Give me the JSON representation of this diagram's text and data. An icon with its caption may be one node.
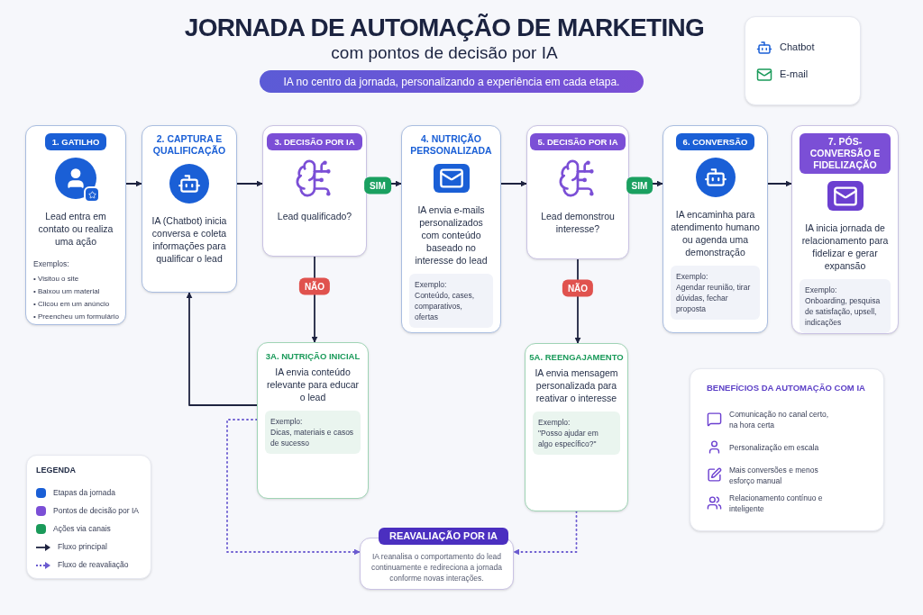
{
  "diagram": {
    "title": "JORNADA DE AUTOMAÇÃO DE MARKETING",
    "nodes": [
      {
        "text": [
          "1. GATILHO",
          "Lead entra em contato ou realiza uma ação",
          "Exemplos:",
          "• Visitou o site",
          "• Baixou um material",
          "• Clicou em um anúncio",
          "• Preencheu um formulário"
        ]
      },
      {
        "text": [
          "2. CAPTURA E QUALIFICAÇÃO",
          "IA (Chatbot) inicia conversa e coleta informações para qualificar o lead"
        ]
      },
      {
        "text": [
          "3. DECISÃO POR IA",
          "Lead qualificado?"
        ]
      },
      {
        "text": [
          "4. NUTRIÇÃO PERSONALIZADA",
          "IA envia e-mails personalizados com conteúdo baseado no interesse do lead",
          "Exemplo:",
          "Conteúdo, cases, comparativos, ofertas"
        ]
      },
      {
        "text": [
          "5. DECISÃO POR IA",
          "Lead demonstrou interesse?"
        ]
      },
      {
        "text": [
          "6. CONVERSÃO",
          "IA encaminha para atendimento humano ou agenda uma demonstração",
          "Exemplo:",
          "Agendar reunião, tirar dúvidas, fechar proposta"
        ]
      },
      {
        "text": [
          "7. PÓS-CONVERSÃO E FIDELIZAÇÃO",
          "IA inicia jornada de relacionamento para fidelizar e gerar expansão",
          "Exemplo:",
          "Onboarding, pesquisa de satisfação, upsell, indicações"
        ]
      },
      {
        "text": [
          "3A. NUTRIÇÃO INICIAL",
          "IA envia conteúdo relevante para educar o lead",
          "Exemplo:",
          "Dicas, materiais e casos de sucesso"
        ]
      },
      {
        "text": [
          "5A. REENGAJAMENTO",
          "IA envia mensagem personalizada para reativar o interesse",
          "Exemplo:",
          "\"Posso ajudar em algo específico?\""
        ]
      },
      {
        "text": [
          "REAVALIAÇÃO POR IA",
          "IA reanalisa o comportamento do lead continuamente e redireciona a jornada conforme novas interações."
        ]
      }
    ],
    "edges": [
      {
        "from": 0,
        "to": 1,
        "arrow": "to"
      },
      {
        "from": 1,
        "to": 2,
        "arrow": "to"
      },
      {
        "from": 2,
        "to": 3,
        "arrow": "to",
        "label": "SIM"
      },
      {
        "from": 3,
        "to": 4,
        "arrow": "to"
      },
      {
        "from": 4,
        "to": 5,
        "arrow": "to",
        "label": "SIM"
      },
      {
        "from": 5,
        "to": 6,
        "arrow": "to"
      },
      {
        "from": 2,
        "to": 7,
        "arrow": "to",
        "label": "NÃO"
      },
      {
        "from": 4,
        "to": 8,
        "arrow": "to",
        "label": "NÃO"
      },
      {
        "from": 7,
        "to": 1,
        "arrow": "to"
      },
      {
        "from": 7,
        "to": 9,
        "arrow": "to",
        "style": "dashed",
        "color": "#6b5bd0"
      },
      {
        "from": 8,
        "to": 9,
        "arrow": "to",
        "style": "dashed",
        "color": "#6b5bd0"
      }
    ],
    "labels": [
      "com pontos de decisão por IA",
      "IA no centro da jornada, personalizando a experiência em cada etapa.",
      "LEGENDA",
      "BENEFÍCIOS DA AUTOMAÇÃO COM IA",
      "Comunicação no canal certo, na hora certa",
      "Personalização em escala",
      "Mais conversões e menos esforço manual",
      "Relacionamento contínuo e inteligente"
    ],
    "legend": [
      {
        "text": "Chatbot"
      },
      {
        "text": "E-mail"
      },
      {
        "text": "Etapas da jornada",
        "color": "#1a5fd6"
      },
      {
        "text": "Pontos de decisão por IA",
        "color": "#7b4fd6"
      },
      {
        "text": "Ações via canais",
        "color": "#1a9a5a"
      },
      {
        "text": "Fluxo principal"
      },
      {
        "text": "Fluxo de reavaliação"
      }
    ]
  }
}
